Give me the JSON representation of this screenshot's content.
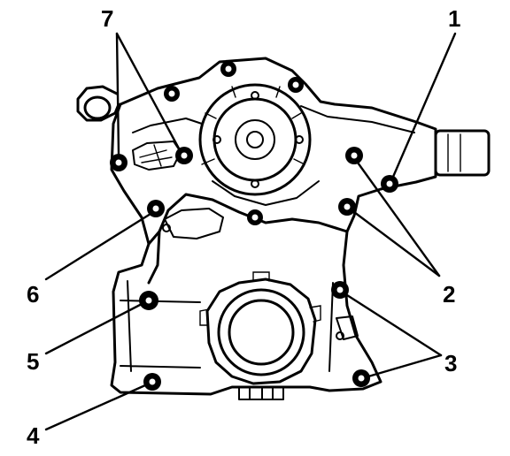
{
  "diagram": {
    "callouts": [
      {
        "id": "1",
        "label": "1"
      },
      {
        "id": "2",
        "label": "2"
      },
      {
        "id": "3",
        "label": "3"
      },
      {
        "id": "4",
        "label": "4"
      },
      {
        "id": "5",
        "label": "5"
      },
      {
        "id": "6",
        "label": "6"
      },
      {
        "id": "7",
        "label": "7"
      }
    ],
    "colors": {
      "ink": "#000000",
      "background": "#ffffff"
    }
  }
}
